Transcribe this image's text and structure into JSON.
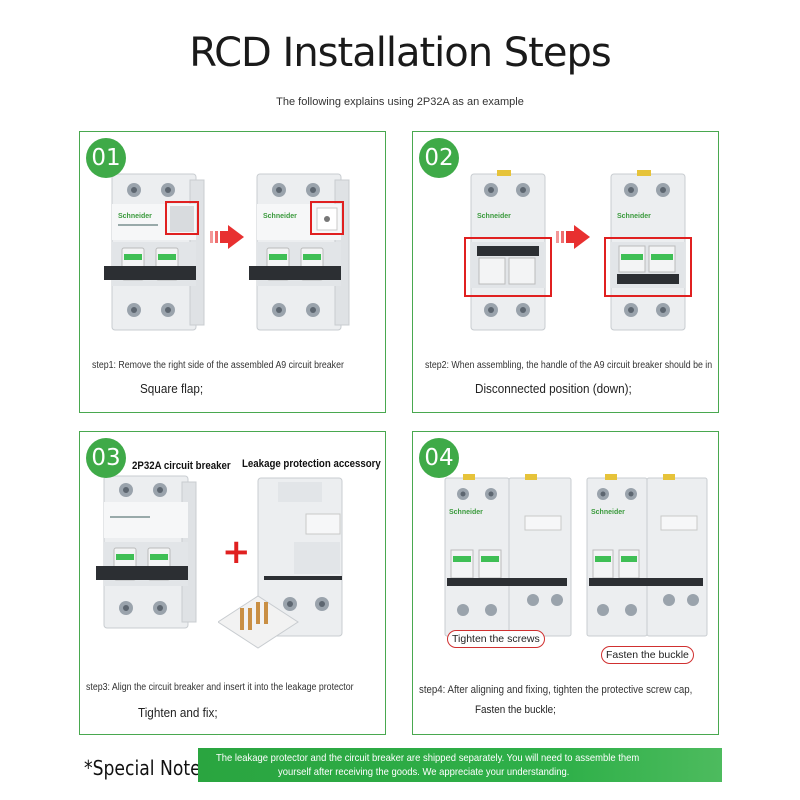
{
  "title": "RCD Installation Steps",
  "subtitle": "The following explains using 2P32A as an example",
  "steps": [
    {
      "number": "01",
      "text": "step1: Remove the right side of the assembled A9 circuit breaker",
      "sub": "Square flap;"
    },
    {
      "number": "02",
      "text": "step2: When assembling, the handle of the A9 circuit breaker should be in",
      "sub": "Disconnected position (down);"
    },
    {
      "number": "03",
      "text": "step3: Align the circuit breaker and insert it into the leakage protector",
      "sub": "Tighten and fix;",
      "label_breaker": "2P32A circuit breaker",
      "label_accessory": "Leakage protection accessory"
    },
    {
      "number": "04",
      "text": "step4: After aligning and fixing, tighten the protective screw cap,",
      "sub": "Fasten the buckle;",
      "callout_screws": "Tighten the screws",
      "callout_buckle": "Fasten the buckle"
    }
  ],
  "brand": "Schneider",
  "note": {
    "label": "*Special Note:",
    "line1": "The leakage protector and the circuit breaker are shipped separately. You will need to assemble them",
    "line2": "yourself after receiving the goods. We appreciate your understanding."
  },
  "colors": {
    "accent": "#3faa48",
    "highlight": "#e02020"
  }
}
